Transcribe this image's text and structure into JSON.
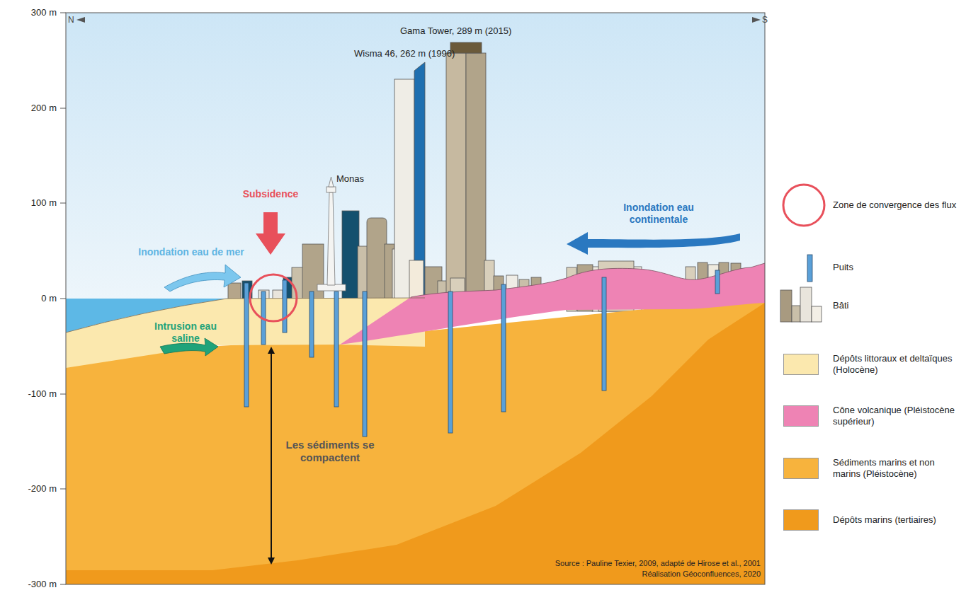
{
  "diagram": {
    "labels": [
      "300 m",
      "200 m",
      "100 m",
      "0 m",
      "-100 m",
      "-200 m",
      "-300 m",
      "N",
      "S",
      "Gama Tower, 289 m (2015)",
      "Wisma 46, 262 m (1996)",
      "Monas",
      "Subsidence",
      "Inondation eau de mer",
      "Intrusion eau saline",
      "Les sédiments se compactent",
      "Inondation eau continentale",
      "Source : Pauline Texier, 2009, adapté de Hirose et al., 2001",
      "Réalisation Géoconfluences, 2020"
    ],
    "legend": [
      {
        "text": "Zone de convergence des flux"
      },
      {
        "text": "Puits"
      },
      {
        "text": "Bâti"
      },
      {
        "text": "Dépôts littoraux et deltaïques (Holocène)",
        "color": "#fbe8ae"
      },
      {
        "text": "Cône volcanique (Pléistocène supérieur)",
        "color": "#ee83b4"
      },
      {
        "text": "Sédiments marins et non marins (Pléistocène)",
        "color": "#f7b33d"
      },
      {
        "text": "Dépôts marins (tertiaires)",
        "color": "#f09a1c"
      }
    ]
  }
}
